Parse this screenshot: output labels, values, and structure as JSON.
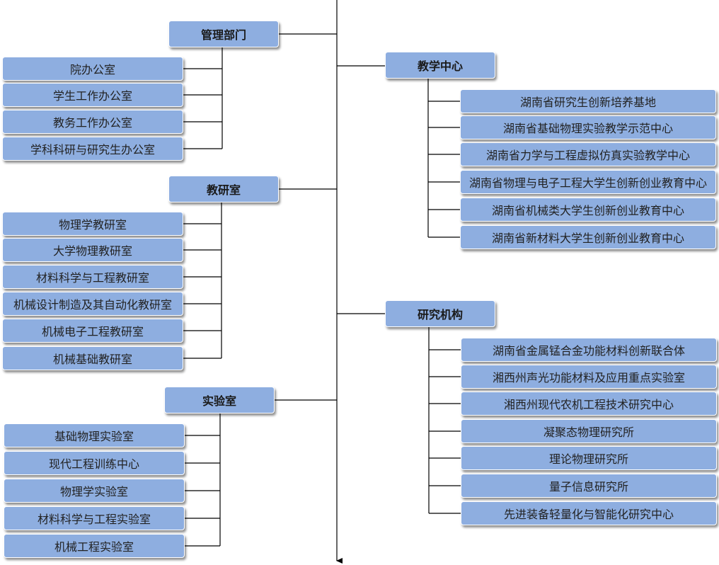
{
  "colors": {
    "box_fill": "#8eaee0",
    "box_border": "#ffffff",
    "line": "#000000"
  },
  "groups": [
    {
      "title": "管理部门",
      "items": [
        "院办公室",
        "学生工作办公室",
        "教务工作办公室",
        "学科科研与研究生办公室"
      ]
    },
    {
      "title": "教研室",
      "items": [
        "物理学教研室",
        "大学物理教研室",
        "材料科学与工程教研室",
        "机械设计制造及其自动化教研室",
        "机械电子工程教研室",
        "机械基础教研室"
      ]
    },
    {
      "title": "实验室",
      "items": [
        "基础物理实验室",
        "现代工程训练中心",
        "物理学实验室",
        "材料科学与工程实验室",
        "机械工程实验室"
      ]
    },
    {
      "title": "教学中心",
      "items": [
        "湖南省研究生创新培养基地",
        "湖南省基础物理实验教学示范中心",
        "湖南省力学与工程虚拟仿真实验教学中心",
        "湖南省物理与电子工程大学生创新创业教育中心",
        "湖南省机械类大学生创新创业教育中心",
        "湖南省新材料大学生创新创业教育中心"
      ]
    },
    {
      "title": "研究机构",
      "items": [
        "湖南省金属锰合金功能材料创新联合体",
        "湘西州声光功能材料及应用重点实验室",
        "湘西州现代农机工程技术研究中心",
        "凝聚态物理研究所",
        "理论物理研究所",
        "量子信息研究所",
        "先进装备轻量化与智能化研究中心"
      ]
    }
  ]
}
